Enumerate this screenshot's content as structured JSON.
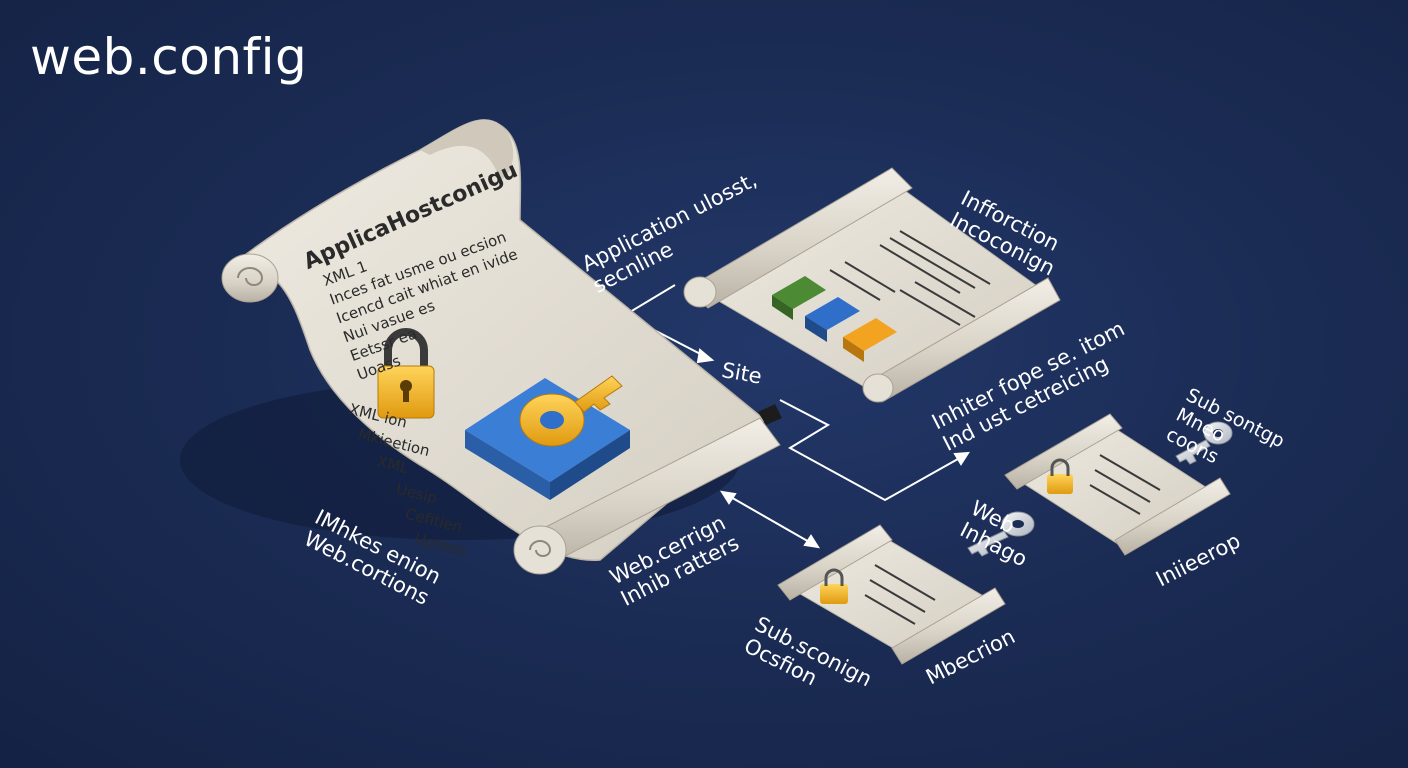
{
  "title": "web.config",
  "main_scroll": {
    "heading": "ApplicaHostconigu",
    "lines": [
      "XML 1",
      "Inces fat usme ou ecsion",
      "Icencd cait whiat en ivide",
      "Nui vasue es",
      "Eetssr ea",
      "Uoass",
      "XML ion",
      "Mkieetion",
      "XML",
      "Uesip",
      "Cefitien",
      "Uptesn"
    ]
  },
  "labels": {
    "app_host": "Application ulosst,\nsecnline",
    "inforcetion": "Infforction\nIncoconign",
    "site": "Site",
    "inherit": "Inhiter fope se. itom\nInd ust cetreicing",
    "sub_top": "Sub sontgp\nMneo\ncoons",
    "mixes": "IMhkes enion\nWeb.cortions",
    "web_cerign": "Web.cerrign\nInhib ratters",
    "web_inhago": "Web\nInhago",
    "inheerap": "Iniieerop",
    "sub_bottom": "Sub.sconign\nOcsfion",
    "mbecnion": "Mbecrion"
  },
  "colors": {
    "background": "#1b2c55",
    "paper": "#e6e1d6",
    "lock": "#f2b81e",
    "block_blue": "#2f6fca",
    "block_green": "#4c8a34",
    "block_orange": "#f2a320",
    "key_silver": "#d9dde3"
  },
  "icons": [
    "scroll-icon",
    "padlock-icon",
    "key-icon",
    "pen-icon",
    "connector-arrow-icon"
  ]
}
